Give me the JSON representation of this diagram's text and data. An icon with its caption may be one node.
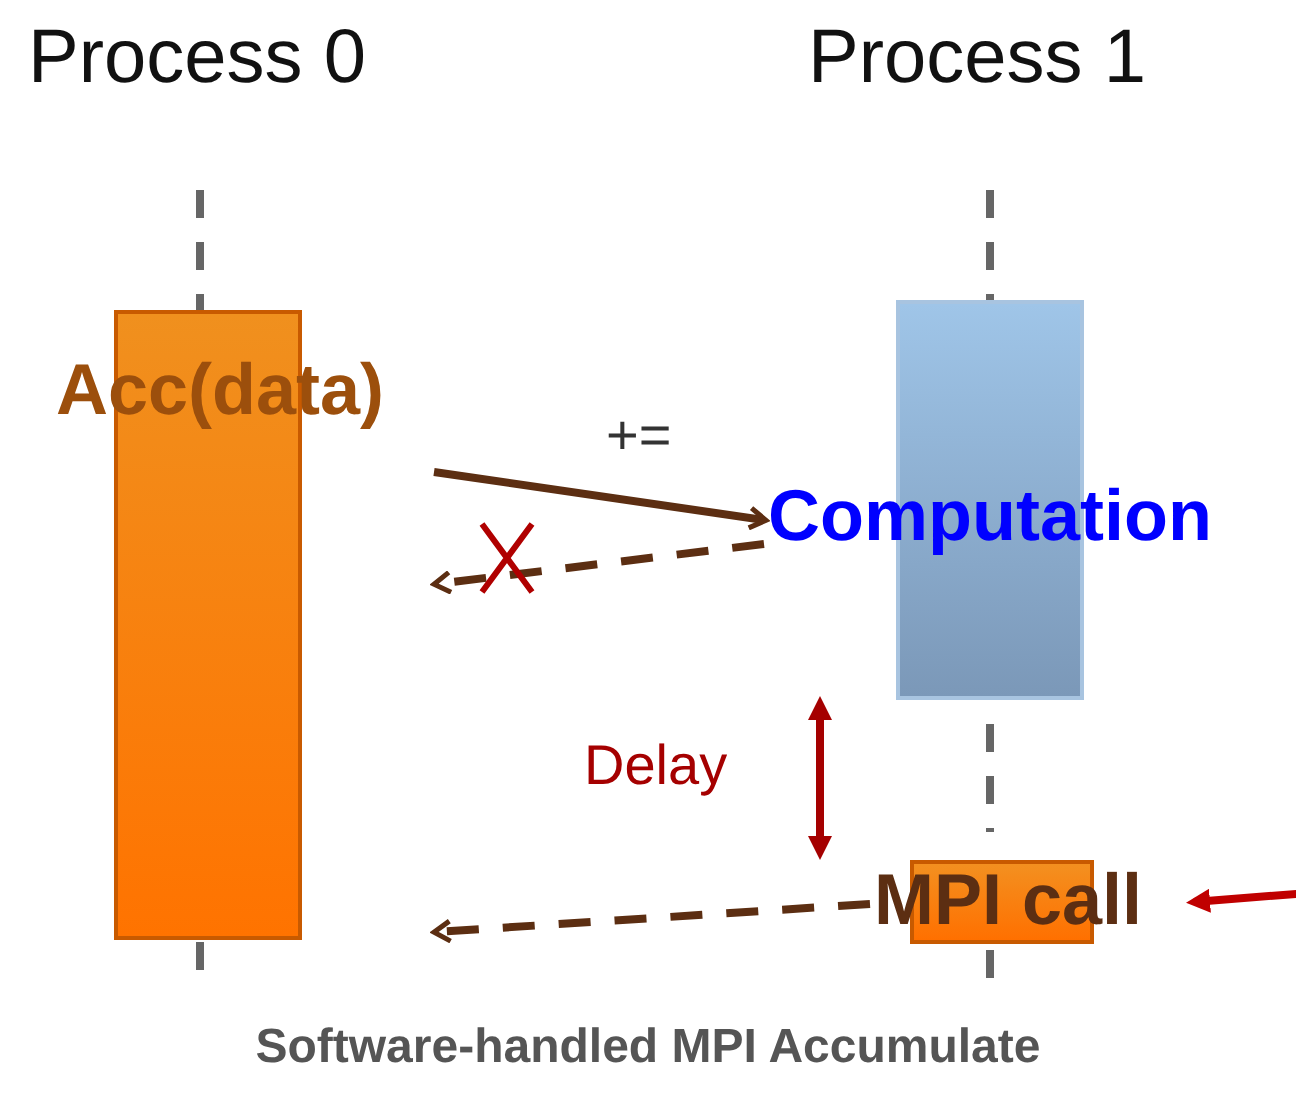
{
  "diagram": {
    "caption": "Software-handled MPI Accumulate",
    "nodes": [
      {
        "text": [
          "Acc(data)"
        ]
      },
      {
        "text": [
          "Computation"
        ]
      },
      {
        "text": [
          "MPI call"
        ]
      }
    ],
    "edges": [
      {
        "from": 0,
        "to": 1,
        "arrow": "to",
        "label": "+="
      },
      {
        "from": 1,
        "to": 0,
        "arrow": "to",
        "style": "dashed"
      },
      {
        "from": 1,
        "to": 2,
        "arrow": "both",
        "label": "Delay",
        "color": "#a50000"
      },
      {
        "from": 2,
        "to": 0,
        "arrow": "to",
        "style": "dashed"
      },
      {
        "from": null,
        "to": 2,
        "arrow": "to",
        "color": "#c00000"
      }
    ],
    "labels": [
      "Process 0",
      "Process 1"
    ]
  }
}
